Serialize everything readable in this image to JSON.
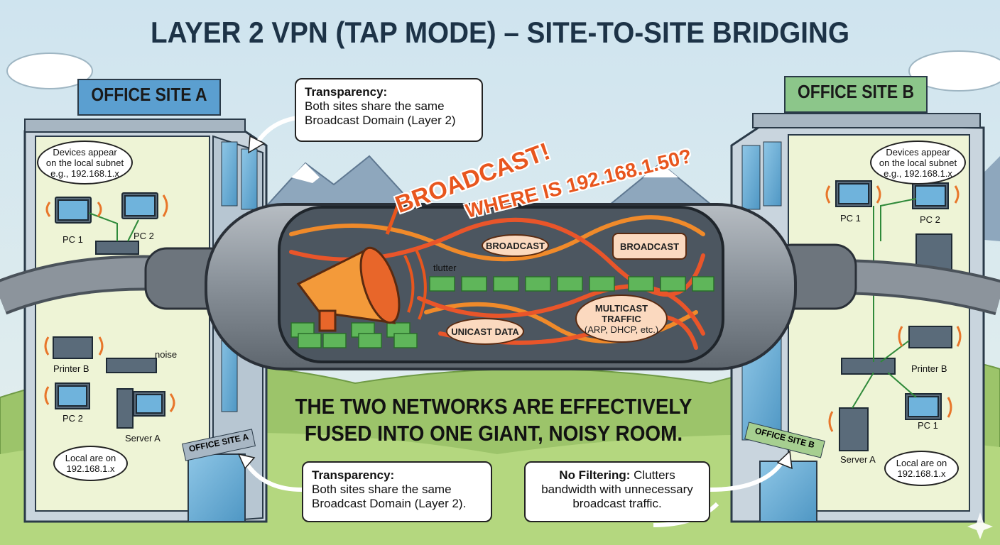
{
  "title": "LAYER 2 VPN (TAP MODE) – SITE-TO-SITE BRIDGING",
  "site_a": {
    "sign": "OFFICE SITE A",
    "door_sign": "OFFICE SITE A",
    "bubble_top": [
      "Devices appear",
      "on the local subnet",
      "e.g., 192.168.1.x"
    ],
    "bubble_bottom": [
      "Local are on",
      "192.168.1.x"
    ],
    "devices": [
      "PC 1",
      "PC 2",
      "Printer B",
      "PC 2",
      "Server A"
    ],
    "noise_label": "noise"
  },
  "site_b": {
    "sign": "OFFICE SITE B",
    "door_sign": "OFFICE SITE B",
    "bubble_top": [
      "Devices appear",
      "on the local subnet",
      "e.g., 192.168.1.x"
    ],
    "bubble_bottom": [
      "Local are on",
      "192.168.1.x"
    ],
    "devices": [
      "PC 1",
      "PC 2",
      "Printer B",
      "Server A",
      "PC 1"
    ]
  },
  "tunnel": {
    "shout1": "BROADCAST!",
    "shout2": "WHERE IS 192.168.1.50?",
    "tag_broadcast1": "BROADCAST",
    "tag_broadcast2": "BROADCAST",
    "tag_unicast": "UNICAST DATA",
    "tag_multicast": [
      "MULTICAST",
      "TRAFFIC",
      "(ARP, DHCP, etc.)"
    ],
    "clutter_label": "tlutter"
  },
  "callouts": {
    "top": {
      "heading": "Transparency:",
      "lines": [
        "Both sites share the same",
        "Broadcast Domain (Layer 2)"
      ]
    },
    "bottom_left": {
      "heading": "Transparency:",
      "lines": [
        "Both sites share the same",
        "Broadcast Domain (Layer 2)."
      ]
    },
    "bottom_right": {
      "heading": "No Filtering:",
      "rest": " Clutters",
      "lines": [
        "bandwidth with unnecessary",
        "broadcast traffic."
      ]
    }
  },
  "summary": [
    "THE TWO NETWORKS ARE EFFECTIVELY",
    "FUSED INTO ONE GIANT, NOISY ROOM."
  ],
  "colors": {
    "sky": "#d6e8f1",
    "grass": "#9cc46a",
    "sign_a": "#5b9fd0",
    "sign_b": "#8cc68a",
    "accent": "#e8561e",
    "title": "#1d3347"
  }
}
